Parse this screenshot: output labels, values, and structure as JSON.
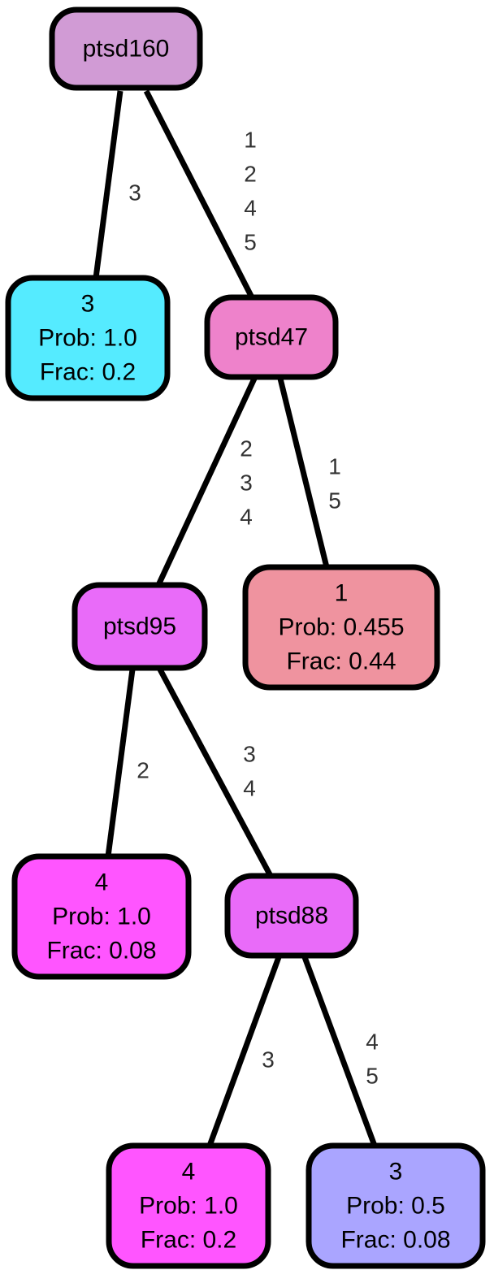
{
  "nodes": [
    {
      "id": "root",
      "lines": [
        "ptsd160"
      ],
      "fill": "#d19bd5"
    },
    {
      "id": "leaf-3-left",
      "lines": [
        "3",
        "Prob: 1.0",
        "Frac: 0.2"
      ],
      "fill": "#55ebff"
    },
    {
      "id": "ptsd47",
      "lines": [
        "ptsd47"
      ],
      "fill": "#ee82cb"
    },
    {
      "id": "ptsd95",
      "lines": [
        "ptsd95"
      ],
      "fill": "#e96bf9"
    },
    {
      "id": "leaf-1",
      "lines": [
        "1",
        "Prob: 0.455",
        "Frac: 0.44"
      ],
      "fill": "#ef939f"
    },
    {
      "id": "leaf-4-a",
      "lines": [
        "4",
        "Prob: 1.0",
        "Frac: 0.08"
      ],
      "fill": "#ff55ff"
    },
    {
      "id": "ptsd88",
      "lines": [
        "ptsd88"
      ],
      "fill": "#e96bf9"
    },
    {
      "id": "leaf-4-b",
      "lines": [
        "4",
        "Prob: 1.0",
        "Frac: 0.2"
      ],
      "fill": "#ff55ff"
    },
    {
      "id": "leaf-3-right",
      "lines": [
        "3",
        "Prob: 0.5",
        "Frac: 0.08"
      ],
      "fill": "#aaa5ff"
    }
  ],
  "edges": [
    {
      "from": "root",
      "to": "leaf-3-left",
      "labels": [
        "3"
      ]
    },
    {
      "from": "root",
      "to": "ptsd47",
      "labels": [
        "1",
        "2",
        "4",
        "5"
      ]
    },
    {
      "from": "ptsd47",
      "to": "ptsd95",
      "labels": [
        "2",
        "3",
        "4"
      ]
    },
    {
      "from": "ptsd47",
      "to": "leaf-1",
      "labels": [
        "1",
        "5"
      ]
    },
    {
      "from": "ptsd95",
      "to": "leaf-4-a",
      "labels": [
        "2"
      ]
    },
    {
      "from": "ptsd95",
      "to": "ptsd88",
      "labels": [
        "3",
        "4"
      ]
    },
    {
      "from": "ptsd88",
      "to": "leaf-4-b",
      "labels": [
        "3"
      ]
    },
    {
      "from": "ptsd88",
      "to": "leaf-3-right",
      "labels": [
        "4",
        "5"
      ]
    }
  ]
}
